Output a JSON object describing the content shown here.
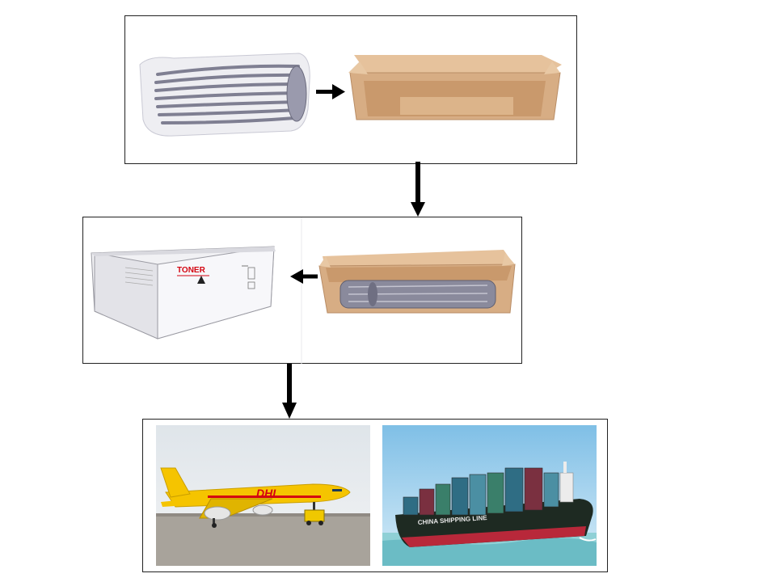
{
  "stages": {
    "step1": {
      "items": [
        "air-column-bag-cartridge",
        "open-carton-box"
      ]
    },
    "step2": {
      "box_label": "TONER",
      "items": [
        "retail-toner-box",
        "bagged-cartridge-in-carton"
      ]
    },
    "step3": {
      "items": [
        "dhl-cargo-plane",
        "container-ship"
      ]
    }
  },
  "colors": {
    "dhl_yellow": "#f5c400",
    "dhl_red": "#d40511",
    "cardboard": "#d7ad84",
    "bubble_wrap": "#7f7f92"
  }
}
